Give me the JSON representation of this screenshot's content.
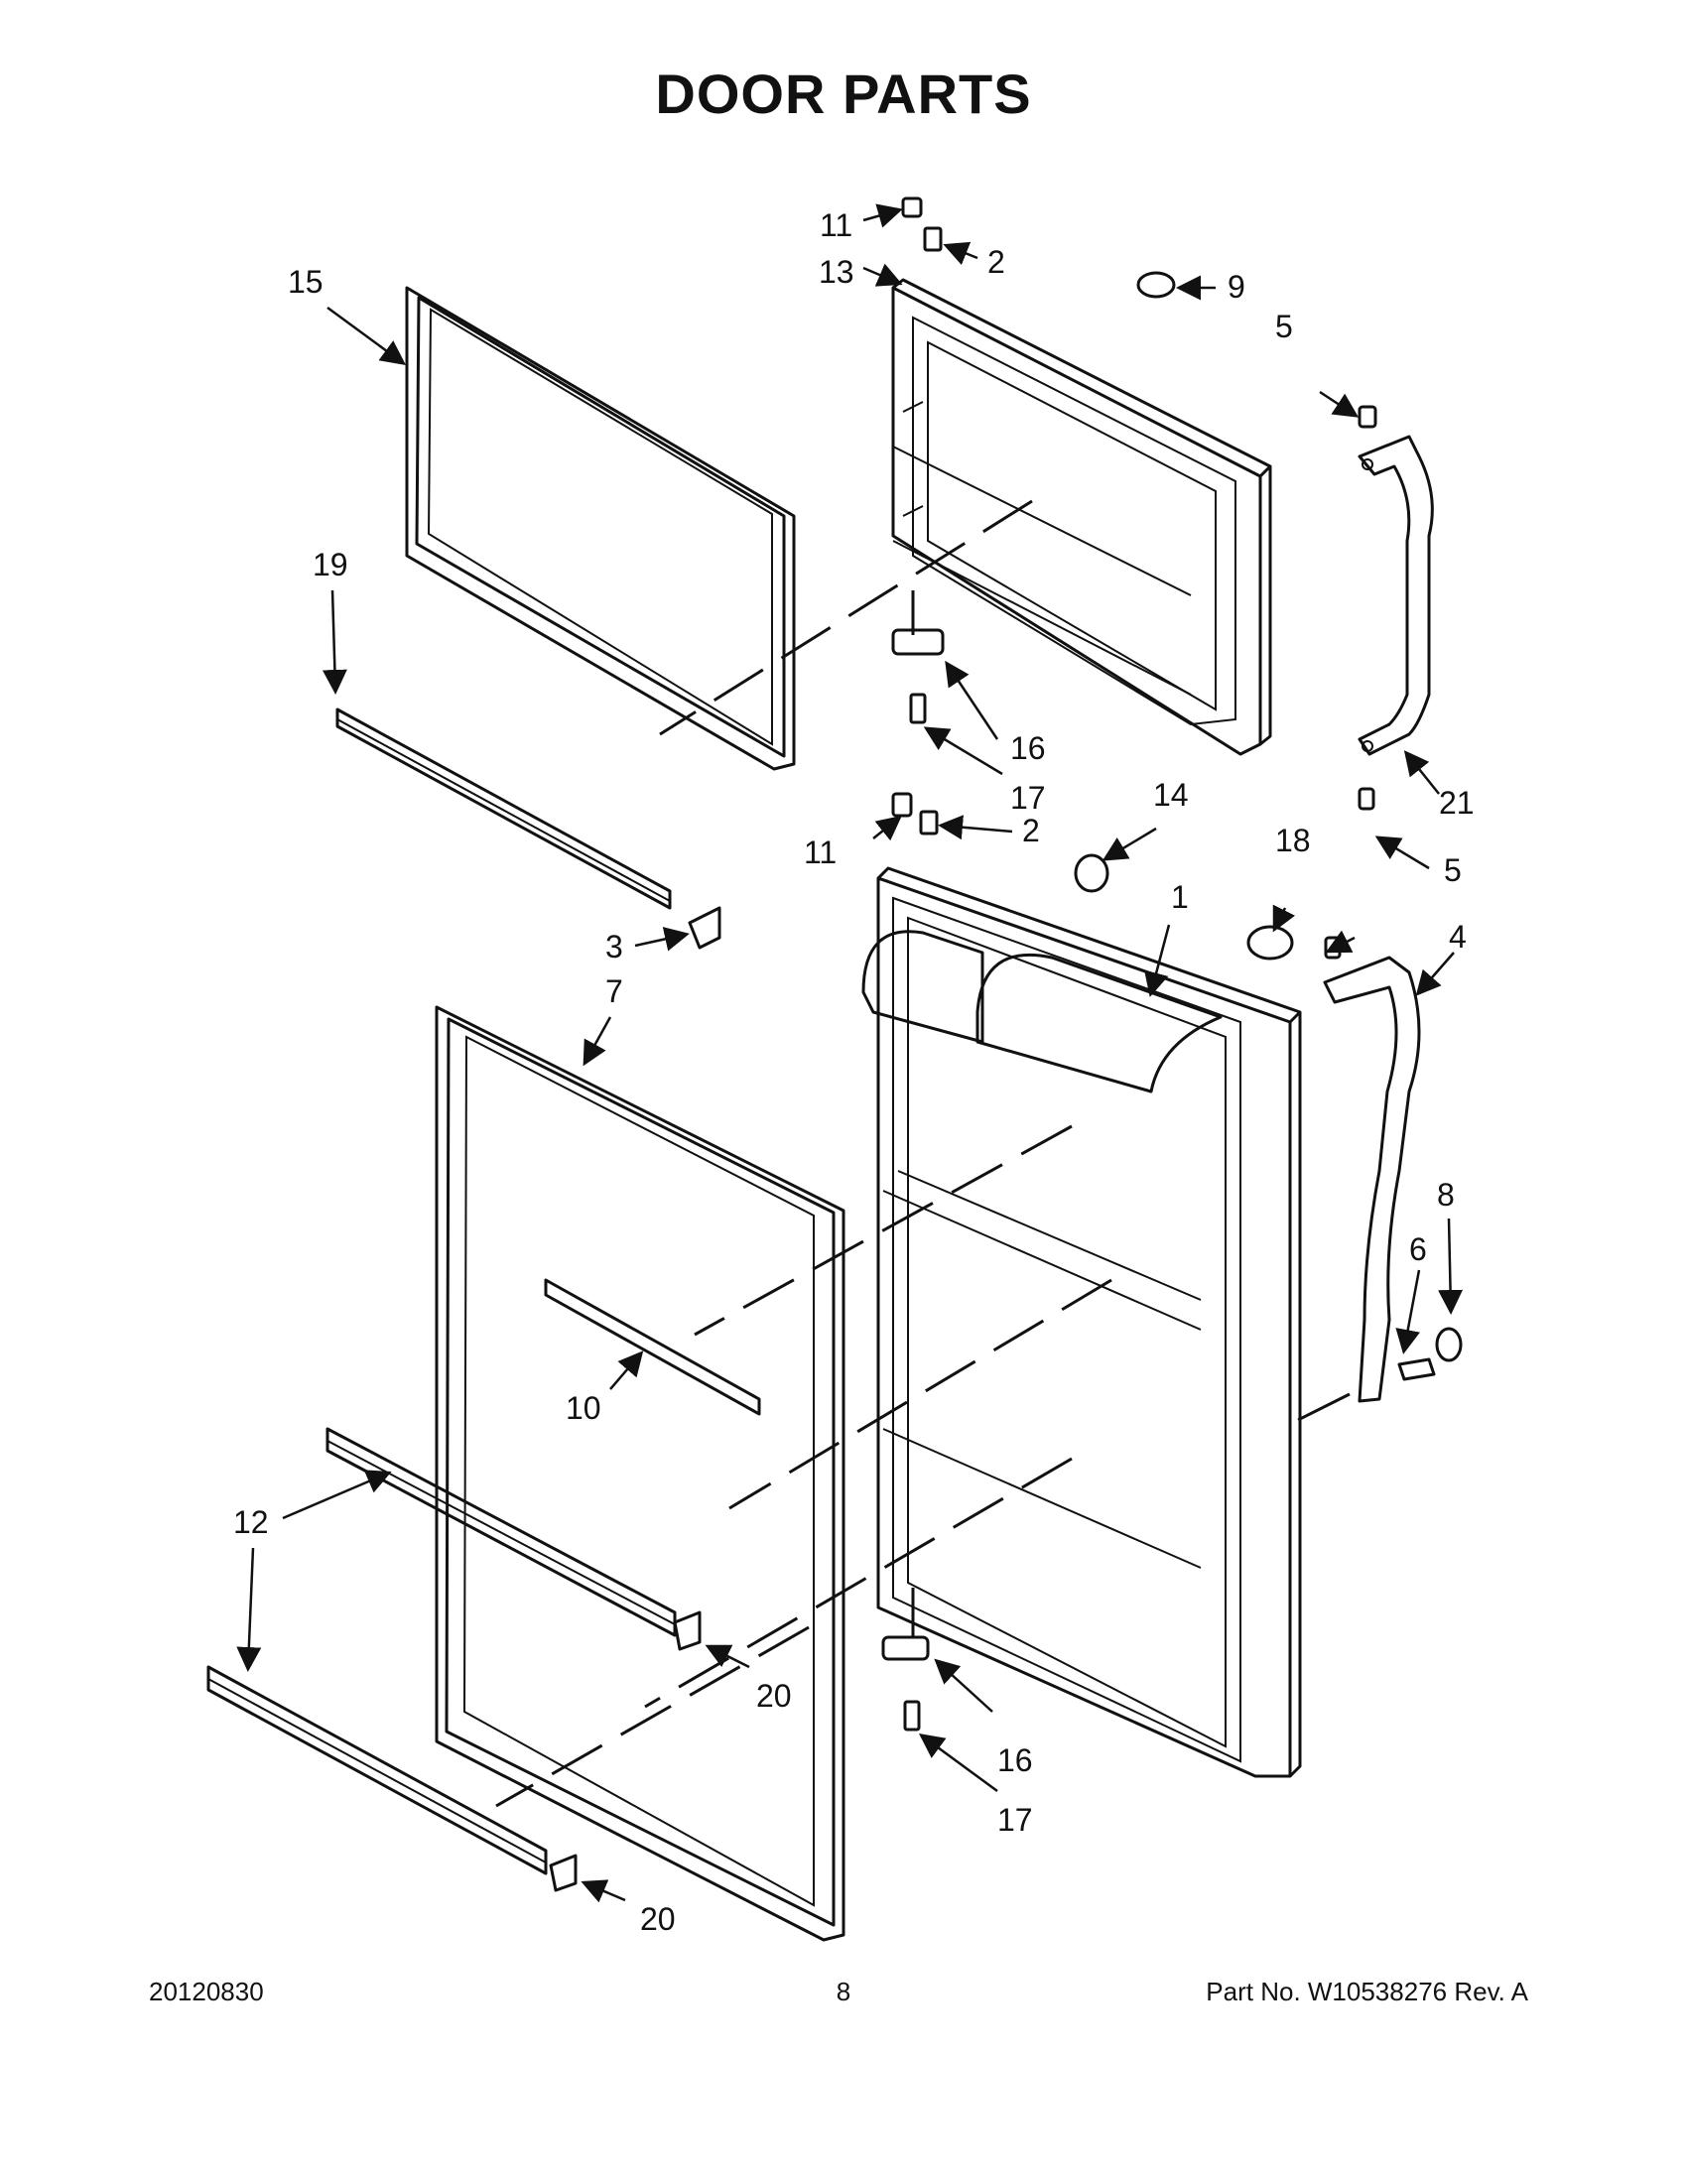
{
  "page": {
    "title": "DOOR PARTS",
    "footer_left": "20120830",
    "footer_center": "8",
    "footer_right": "Part No.  W10538276  Rev.  A"
  },
  "callouts": {
    "c11a": "11",
    "c2a": "2",
    "c13": "13",
    "c9": "9",
    "c15": "15",
    "c5a": "5",
    "c19": "19",
    "c16a": "16",
    "c17a": "17",
    "c14": "14",
    "c21": "21",
    "c11b": "11",
    "c2b": "2",
    "c5b": "5",
    "c18": "18",
    "c1": "1",
    "c3": "3",
    "c7": "7",
    "c4": "4",
    "c8": "8",
    "c6": "6",
    "c10": "10",
    "c12": "12",
    "c20a": "20",
    "c16b": "16",
    "c17b": "17",
    "c20b": "20"
  }
}
